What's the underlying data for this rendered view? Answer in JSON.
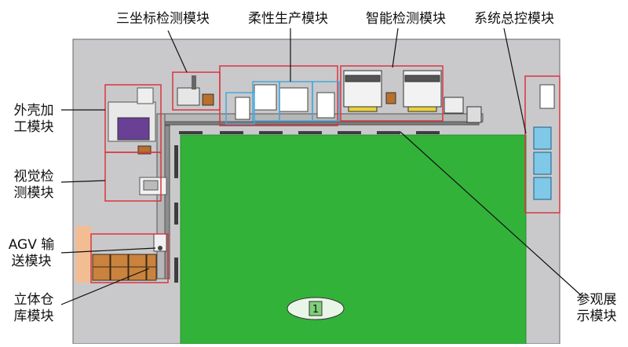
{
  "labels": {
    "coord_measure": "三坐标检测模块",
    "flexible_production": "柔性生产模块",
    "smart_inspection": "智能检测模块",
    "system_control": "系统总控模块",
    "shell_machining": [
      "外壳加",
      "工模块"
    ],
    "vision_inspection": [
      "视觉检",
      "测模块"
    ],
    "agv_transport": [
      "AGV 输",
      "送模块"
    ],
    "warehouse": [
      "立体仓",
      "库模块"
    ],
    "visit_display": [
      "参观展",
      "示模块"
    ]
  },
  "marker_number": "1",
  "colors": {
    "floor_gray": "#c9c9cc",
    "field_green": "#33b23a",
    "module_border_red": "#d9363e",
    "display_border_blue": "#49a7d6",
    "conveyor_gray": "#8a8a8a",
    "orange_wall": "#f3bd93"
  }
}
